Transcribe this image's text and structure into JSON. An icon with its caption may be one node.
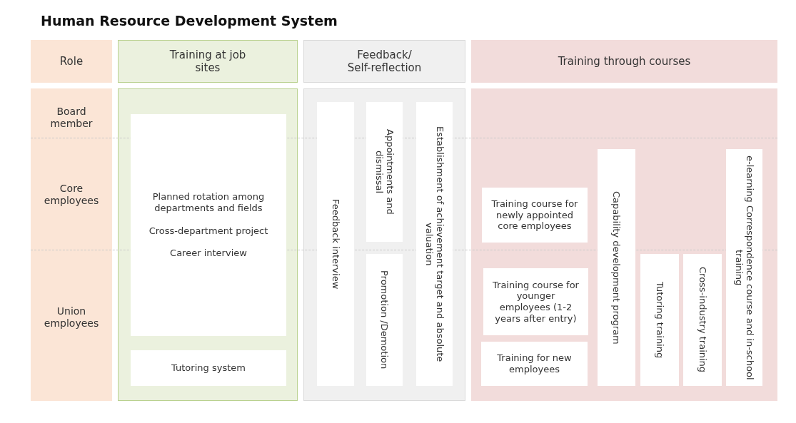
{
  "diagram": {
    "title": "Human Resource Development System",
    "nodes": [
      {
        "text": [
          "Role"
        ]
      },
      {
        "text": [
          "Training at job sites"
        ]
      },
      {
        "text": [
          "Feedback/ Self-reflection"
        ]
      },
      {
        "text": [
          "Training through courses"
        ]
      },
      {
        "text": [
          "Board member",
          "Core employees",
          "Union employees"
        ]
      },
      {
        "text": [],
        "shape": "box"
      },
      {
        "text": [
          "Planned rotation among departments and fields",
          "Cross-department project",
          "Career interview"
        ],
        "in": 5
      },
      {
        "text": [
          "Tutoring system"
        ],
        "in": 5
      },
      {
        "text": [],
        "shape": "box"
      },
      {
        "text": [
          "Feedback interview"
        ],
        "in": 8
      },
      {
        "text": [
          "Appointments and dismissal"
        ],
        "in": 8
      },
      {
        "text": [
          "Promotion /Demotion"
        ],
        "in": 8
      },
      {
        "text": [
          "Establishment of achievement target and absolute valuation"
        ],
        "in": 8
      },
      {
        "text": [],
        "shape": "box"
      },
      {
        "text": [
          "Training course for newly appointed core employees"
        ],
        "in": 13
      },
      {
        "text": [
          "Training course for younger employees (1-2 years after entry)"
        ],
        "in": 13
      },
      {
        "text": [
          "Training for new employees"
        ],
        "in": 13
      },
      {
        "text": [
          "Capability development program"
        ],
        "in": 13
      },
      {
        "text": [
          "Tutoring training"
        ],
        "in": 13
      },
      {
        "text": [
          "Cross-industry training"
        ],
        "in": 13
      },
      {
        "text": [
          "e-learning Correspondence course and in-school training"
        ],
        "in": 13
      }
    ],
    "edges": []
  }
}
